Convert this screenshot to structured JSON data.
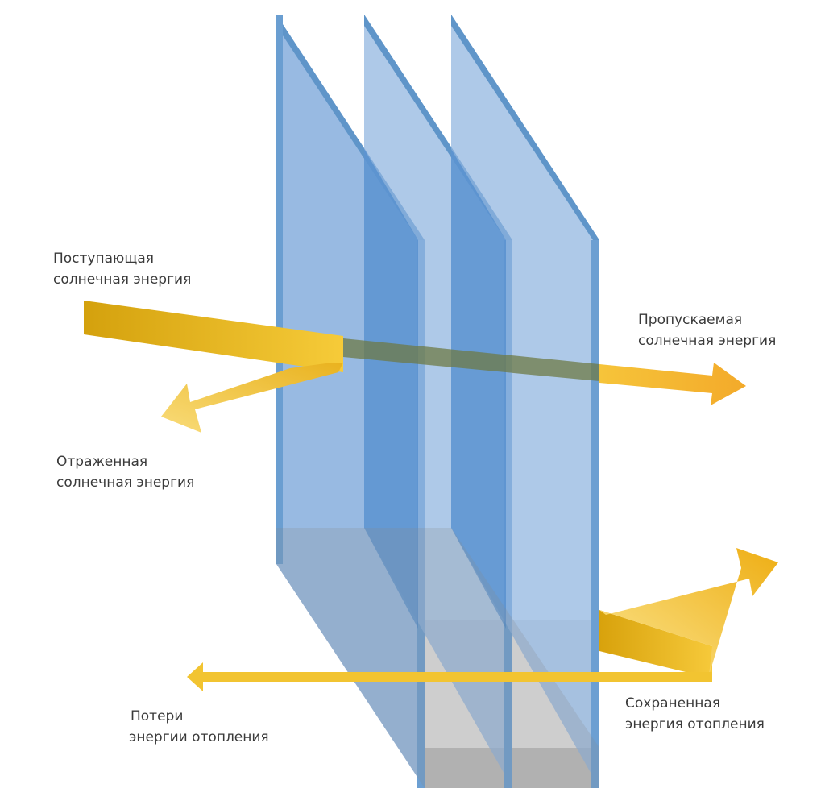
{
  "labels": {
    "incoming": {
      "line1": "Поступающая",
      "line2": "солнечная энергия"
    },
    "transmitted": {
      "line1": "Пропускаемая",
      "line2": "солнечная энергия"
    },
    "reflected": {
      "line1": "Отраженная",
      "line2": "солнечная энергия"
    },
    "heat_loss": {
      "line1": "Потери",
      "line2": "энергии отопления"
    },
    "heat_retained": {
      "line1": "Сохраненная",
      "line2": "энергия отопления"
    }
  },
  "colors": {
    "glass": "#8fb4df",
    "glass_edge": "#5f95c9",
    "glass_overlap": "#4d8bcb",
    "arrow_light": "#f6c93a",
    "arrow_dark": "#d6a20e",
    "spacer": "#bdbdbd",
    "frame_shadow": "#e2e2e2",
    "text": "#3a3a3a"
  }
}
